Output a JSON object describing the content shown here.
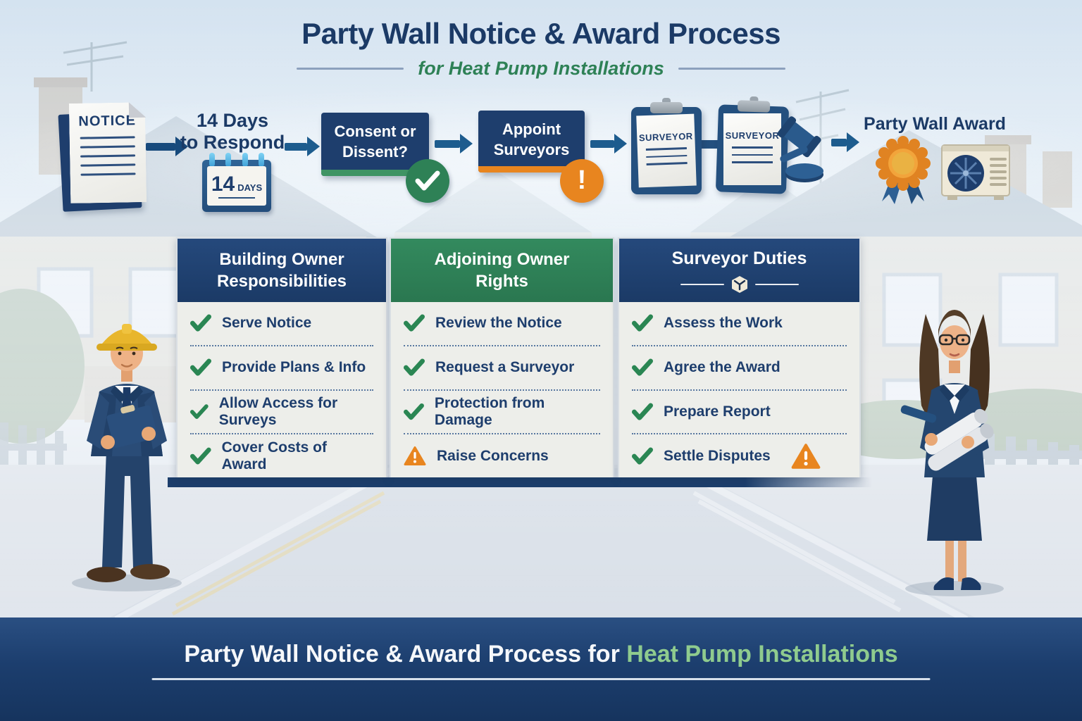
{
  "title": {
    "main": "Party Wall Notice & Award Process",
    "subtitle": "for Heat Pump Installations"
  },
  "flow": {
    "notice": {
      "label": "NOTICE"
    },
    "respond": {
      "line1": "14 Days",
      "line2": "to Respond",
      "calendar_day": "14",
      "calendar_unit": "DAYS"
    },
    "consent": {
      "line1": "Consent or",
      "line2": "Dissent?",
      "badge": "check"
    },
    "appoint": {
      "line1": "Appoint",
      "line2": "Surveyors",
      "badge": "exclamation",
      "exclamation_glyph": "!"
    },
    "surveyors": {
      "clipboard1": "SURVEYOR",
      "clipboard2": "SURVEYOR"
    },
    "award": {
      "label": "Party Wall Award"
    }
  },
  "panels": [
    {
      "heading_line1": "Building Owner",
      "heading_line2": "Responsibilities",
      "items": [
        {
          "label": "Serve Notice",
          "icon": "check"
        },
        {
          "label": "Provide Plans & Info",
          "icon": "check"
        },
        {
          "label": "Allow Access for Surveys",
          "icon": "check"
        },
        {
          "label": "Cover Costs of Award",
          "icon": "check"
        }
      ]
    },
    {
      "heading_line1": "Adjoining Owner",
      "heading_line2": "Rights",
      "items": [
        {
          "label": "Review the Notice",
          "icon": "check"
        },
        {
          "label": "Request a Surveyor",
          "icon": "check"
        },
        {
          "label": "Protection from Damage",
          "icon": "check"
        },
        {
          "label": "Raise Concerns",
          "icon": "warning"
        }
      ]
    },
    {
      "heading": "Surveyor Duties",
      "items": [
        {
          "label": "Assess the Work",
          "icon": "check"
        },
        {
          "label": "Agree the Award",
          "icon": "check"
        },
        {
          "label": "Prepare Report",
          "icon": "check"
        },
        {
          "label": "Settle Disputes",
          "icon": "check",
          "suffix_icon": "warning"
        }
      ]
    }
  ],
  "footer": {
    "text_main": "Party Wall Notice & Award Process for",
    "text_highlight": "Heat Pump Installations"
  },
  "colors": {
    "navy": "#1e3e6d",
    "green": "#2e8156",
    "orange": "#e8851f",
    "check_green": "#2a8653",
    "panel_bg": "#edeeea",
    "banner_green": "#8fcb8e",
    "sky": "#d7e5f2"
  }
}
